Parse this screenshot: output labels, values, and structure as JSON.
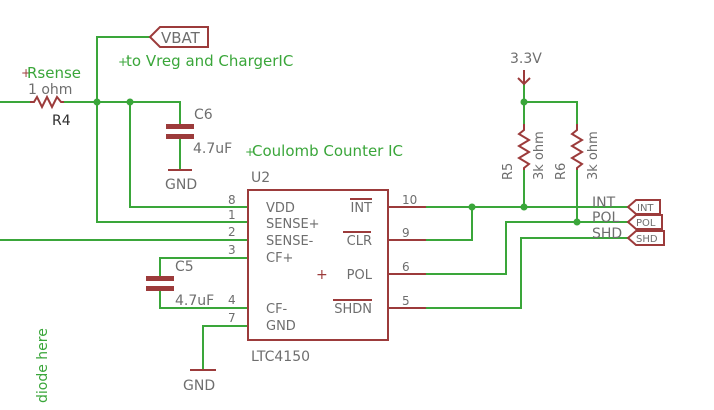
{
  "nets": {
    "vbat": "VBAT",
    "v33": "3.3V",
    "int": "INT",
    "pol": "POL",
    "shd": "SHD",
    "gnd": "GND"
  },
  "notes": {
    "vreg": "to Vreg and ChargerIC",
    "coulomb": "Coulomb Counter IC",
    "rsense": "Rsense",
    "diode": "diode here"
  },
  "parts": {
    "r4": {
      "name": "R4",
      "value": "1 ohm"
    },
    "r5": {
      "name": "R5",
      "value": "3k ohm"
    },
    "r6": {
      "name": "R6",
      "value": "3k ohm"
    },
    "c6": {
      "name": "C6",
      "value": "4.7uF"
    },
    "c5": {
      "name": "C5",
      "value": "4.7uF"
    },
    "u2": {
      "name": "U2",
      "part": "LTC4150"
    }
  },
  "ic_pins": {
    "left": [
      {
        "num": "8",
        "label": "VDD"
      },
      {
        "num": "1",
        "label": "SENSE+"
      },
      {
        "num": "2",
        "label": "SENSE-"
      },
      {
        "num": "3",
        "label": "CF+"
      },
      {
        "num": "4",
        "label": "CF-"
      },
      {
        "num": "7",
        "label": "GND"
      }
    ],
    "right": [
      {
        "num": "10",
        "label": "INT"
      },
      {
        "num": "9",
        "label": "CLR"
      },
      {
        "num": "6",
        "label": "POL"
      },
      {
        "num": "5",
        "label": "SHDN"
      }
    ]
  },
  "colors": {
    "wire": "#3aa63a",
    "part": "#9c3b3b",
    "label": "#6e6e6e"
  }
}
